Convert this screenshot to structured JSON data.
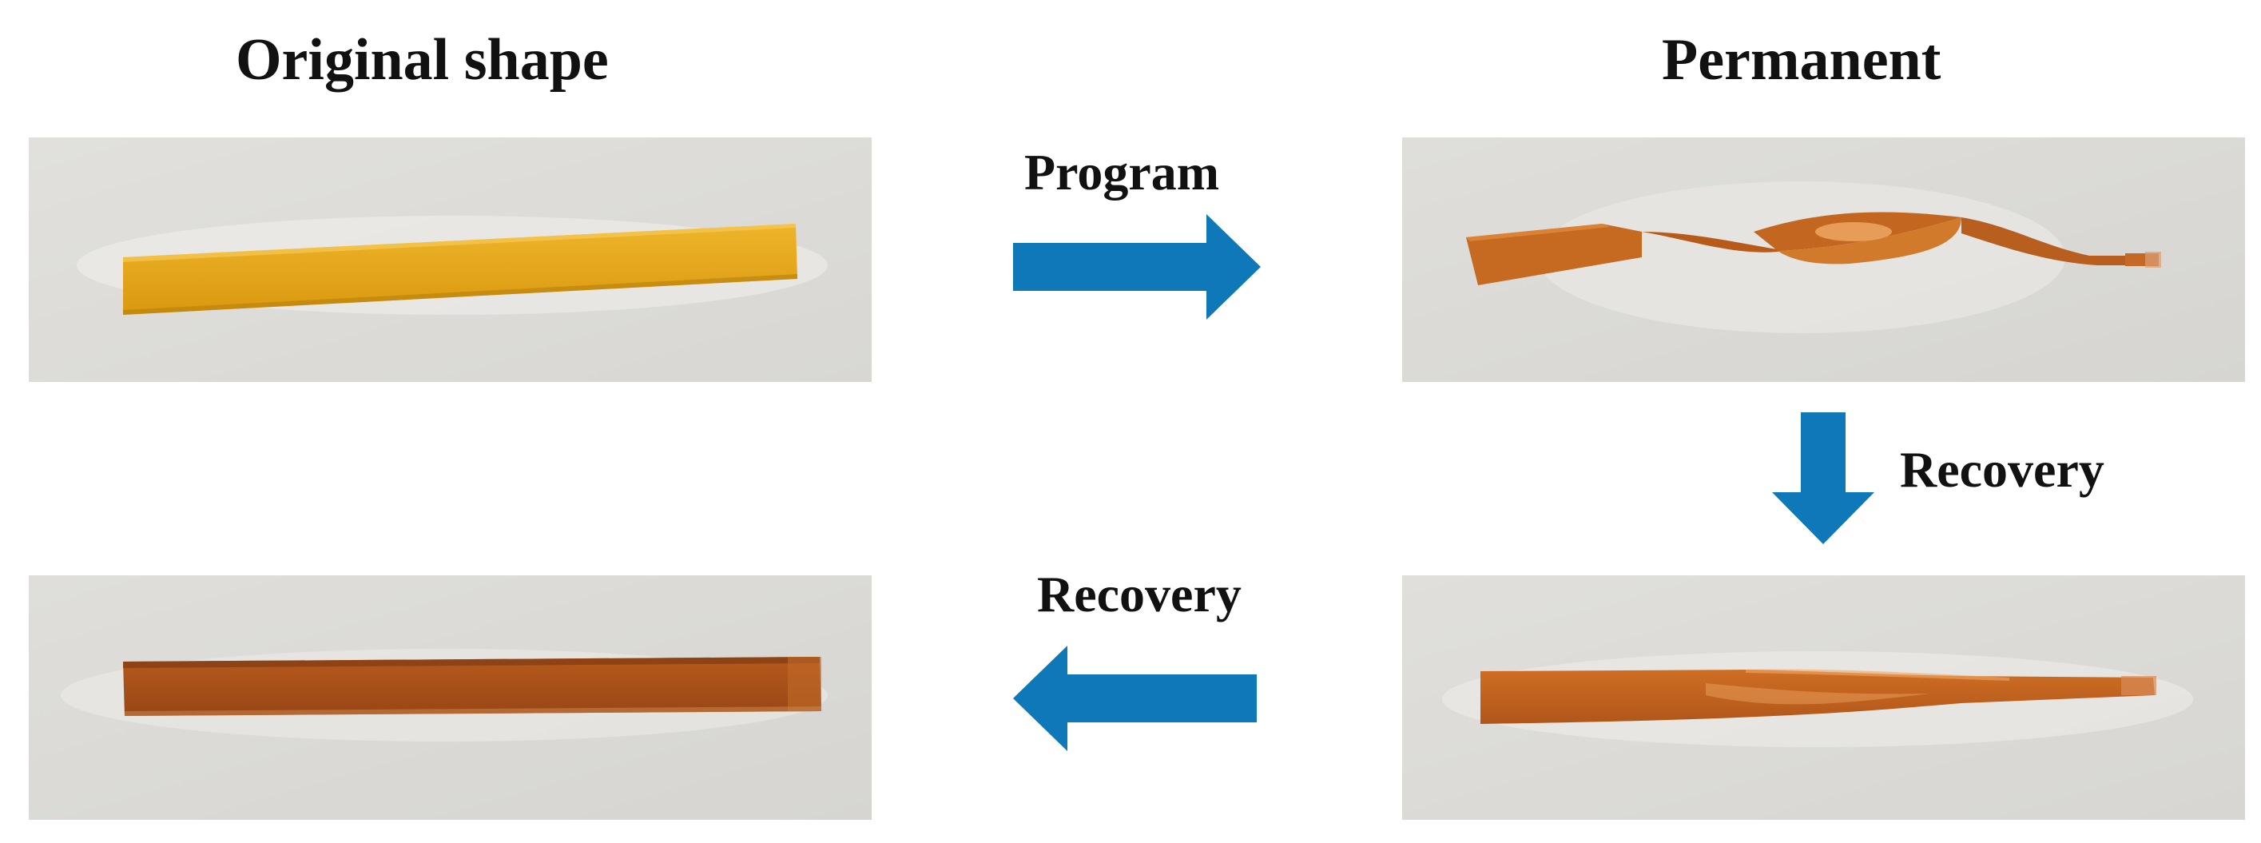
{
  "headings": {
    "original": "Original shape",
    "permanent": "Permanent"
  },
  "arrows": {
    "program": {
      "label": "Program",
      "direction": "right"
    },
    "recovery_down": {
      "label": "Recovery",
      "direction": "down"
    },
    "recovery_left": {
      "label": "Recovery",
      "direction": "left"
    }
  },
  "photos": [
    {
      "id": "original",
      "shape": "flat strip",
      "strip_color": "#E3A315"
    },
    {
      "id": "permanent",
      "shape": "twisted strip",
      "strip_color": "#C76A22"
    },
    {
      "id": "partial-recovery",
      "shape": "partially twisted strip",
      "strip_color": "#C0611C"
    },
    {
      "id": "recovered",
      "shape": "flat strip",
      "strip_color": "#A8501A"
    }
  ],
  "colors": {
    "arrow": "#0E78B8",
    "background_paper": "#E4E3DF"
  }
}
